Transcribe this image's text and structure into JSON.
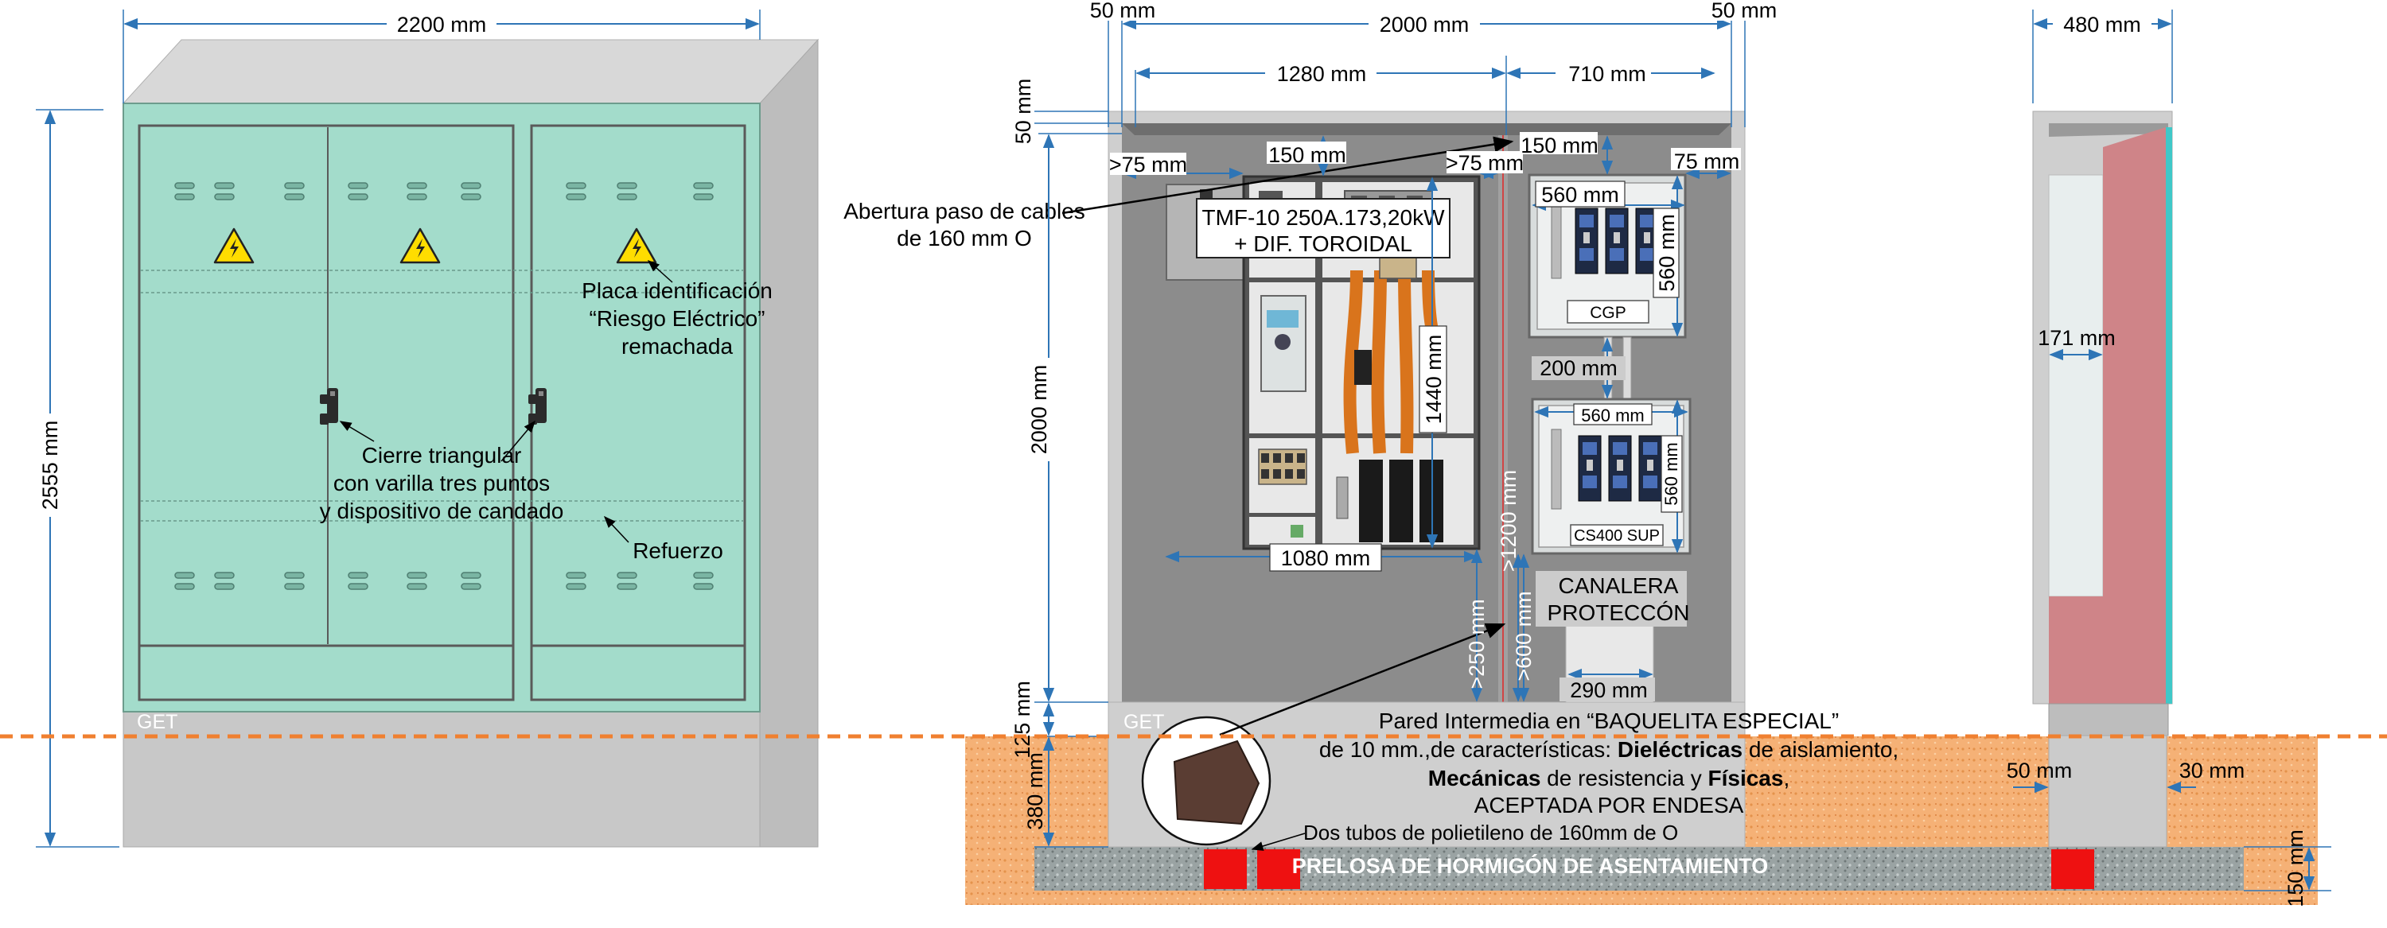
{
  "front_view": {
    "width_dim": "2200 mm",
    "height_dim": "2555 mm",
    "get_mark": "GET",
    "label_placa": [
      "Placa identificación",
      "“Riesgo Eléctrico”",
      "remachada"
    ],
    "label_cierre": [
      "Cierre triangular",
      "con varilla tres puntos",
      "y dispositivo de candado"
    ],
    "label_refuerzo": "Refuerzo"
  },
  "interior_view": {
    "dims": {
      "margin_left": "50 mm",
      "total_width": "2000 mm",
      "margin_right": "50 mm",
      "left_section": "1280 mm",
      "right_section": "710 mm",
      "top_margin": "50 mm",
      "gap_left": ">75 mm",
      "gap_panel_top": "150 mm",
      "gap_center": ">75 mm",
      "gap_cgp_top": "150 mm",
      "gap_right": "75 mm",
      "cgp_width": "560 mm",
      "cgp_height": "560 mm",
      "gap_between_boxes": "200 mm",
      "cs_width": "560 mm",
      "cs_height": "560 mm",
      "panel_height": "1440 mm",
      "interior_height": "2000 mm",
      "panel_width": "1080 mm",
      "cs_bottom": ">1200 mm",
      "bottom_left": ">250 mm",
      "bottom_center": ">600 mm",
      "channel_width": "290 mm",
      "plinth": "125 mm",
      "buried": "380 mm"
    },
    "labels": {
      "abertura": [
        "Abertura paso de cables",
        "de 160 mm O"
      ],
      "tmf": [
        "TMF-10 250A.173,20kW",
        "+ DIF. TOROIDAL"
      ],
      "cgp": "CGP",
      "cs400": "CS400 SUP",
      "canalera": [
        "CANALERA",
        "PROTECCÓN"
      ],
      "pared": [
        "Pared Intermedia en “BAQUELITA ESPECIAL”",
        "de 10 mm.,de características: ",
        "Dieléctricas",
        " de aislamiento,",
        "Mecánicas",
        " de resistencia y ",
        "Físicas",
        ",",
        "ACEPTADA POR ENDESA"
      ],
      "tubos": "Dos tubos de polietileno de 160mm de O",
      "prelosa": "PRELOSA DE HORMIGÓN DE ASENTAMIENTO",
      "get_mark": "GET"
    }
  },
  "side_view": {
    "depth": "480 mm",
    "inner": "171 mm",
    "base_left": "50 mm",
    "base_right": "30 mm",
    "slab": "150 mm"
  },
  "colors": {
    "cabinet_green": "#a3dccb",
    "concrete_gray": "#c8c8c8",
    "interior_gray": "#8c8c8c",
    "soil_orange": "#f7b57a",
    "dimension_blue": "#2e75b6",
    "ground_line": "#f08030",
    "anchor_red": "#ee1111",
    "warning_yellow": "#ffdd00",
    "busbar_orange": "#d9741c",
    "side_panel_red": "#cf8488"
  }
}
